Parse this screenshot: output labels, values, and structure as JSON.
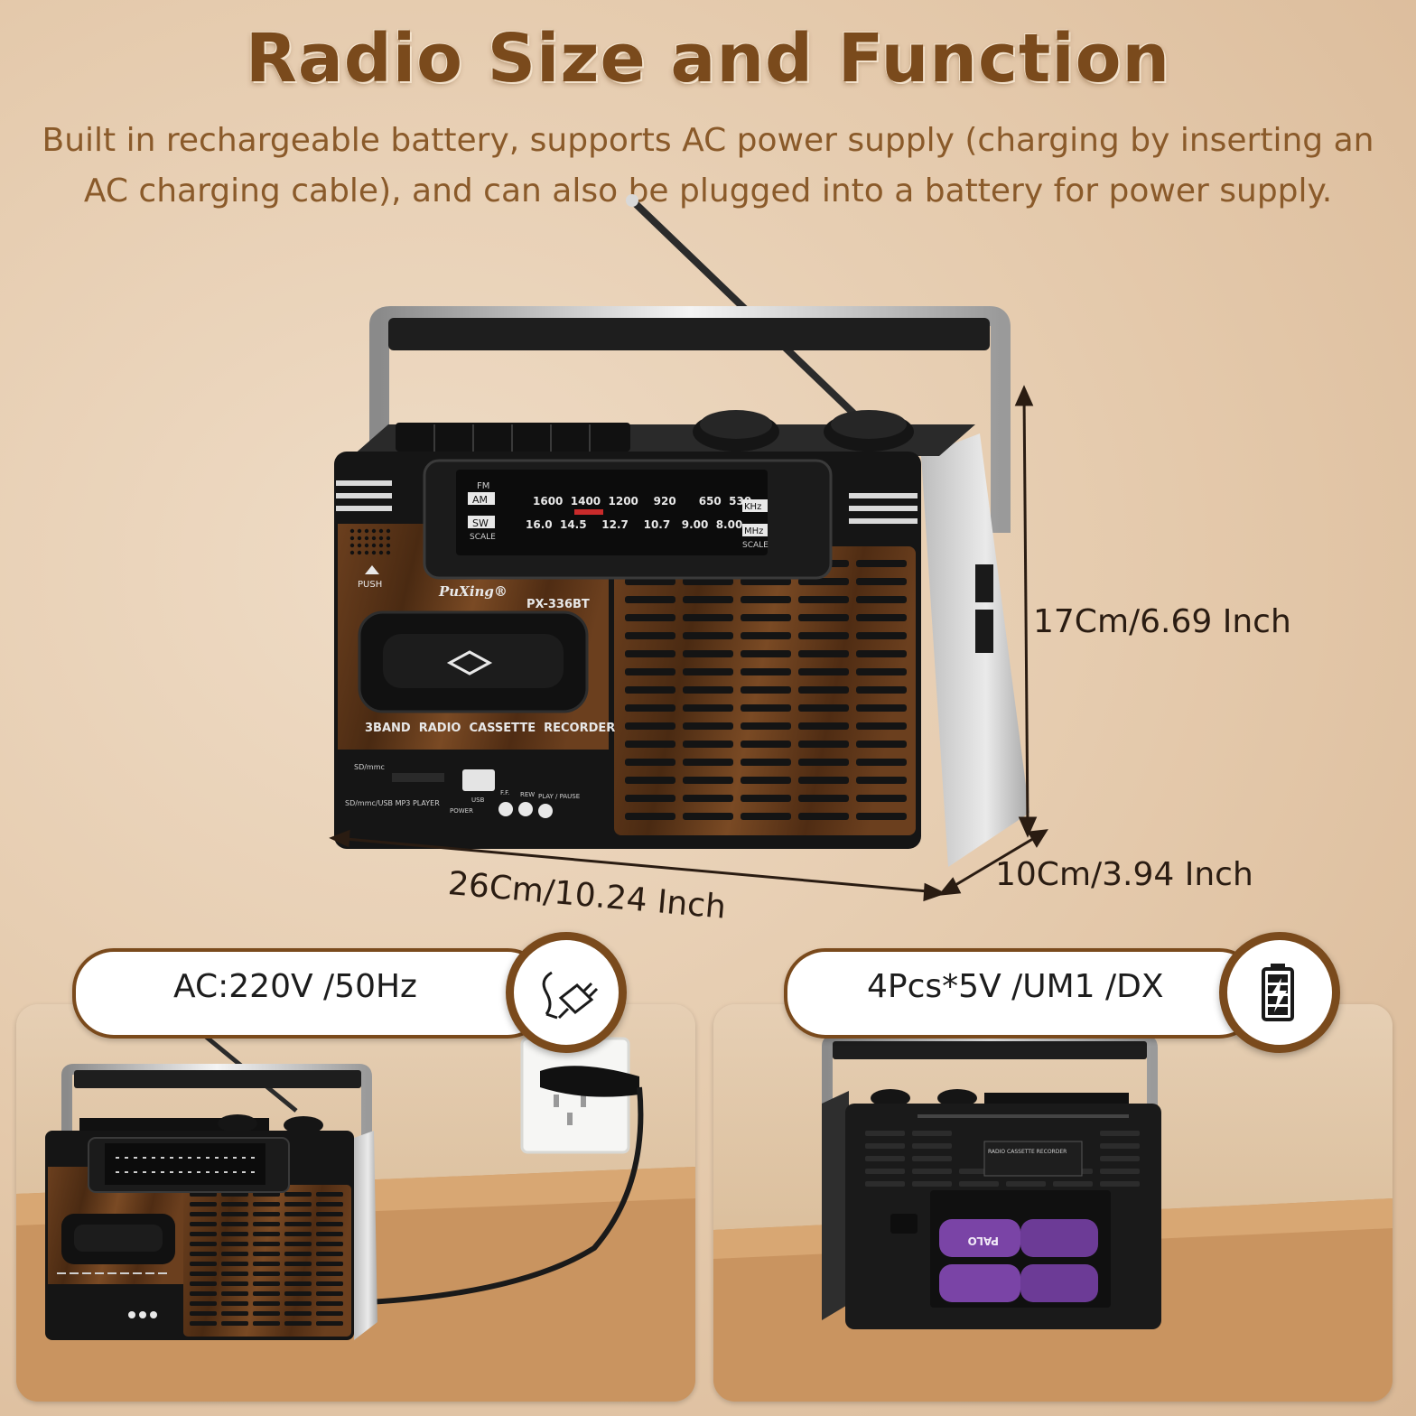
{
  "heading": {
    "title": "Radio Size and Function",
    "subtitle_line1": "Built in rechargeable battery, supports AC power supply (charging by inserting an",
    "subtitle_line2": "AC charging cable), and can also be plugged into a battery for power supply."
  },
  "radio_labels": {
    "band_fm": "FM",
    "band_am": "AM",
    "band_sw": "SW",
    "scale": "SCALE",
    "unit_mhz": "MHz",
    "unit_khz": "KHz",
    "am_scale": "1600  1400  1200    920      650  530",
    "sw_scale": "16.0  14.5    12.7    10.7   9.00  8.00",
    "brand": "PuXing®",
    "model": "PX-336BT",
    "push": "PUSH",
    "cassette_label": "3BAND  RADIO  CASSETTE  RECORDER",
    "sd": "SD/mmc",
    "player": "SD/mmc/USB MP3 PLAYER",
    "usb": "USB",
    "power": "POWER",
    "ff": "F.F.",
    "rew": "REW",
    "play_pause": "PLAY / PAUSE"
  },
  "dimensions": {
    "height": "17Cm/6.69 Inch",
    "width": "26Cm/10.24 Inch",
    "depth": "10Cm/3.94 Inch"
  },
  "power_ac": {
    "label": "AC:220V /50Hz",
    "icon": "power-cable-icon"
  },
  "power_battery": {
    "label": "4Pcs*5V /UM1 /DX",
    "icon": "battery-charging-icon"
  },
  "back_panel": {
    "sticker": "RADIO CASSETTE RECORDER",
    "battery_brand": "PALO"
  },
  "colors": {
    "brand_brown": "#7a4a1c",
    "wood": "#5b3417",
    "body_black": "#151515",
    "background": "#e4c9ab"
  }
}
